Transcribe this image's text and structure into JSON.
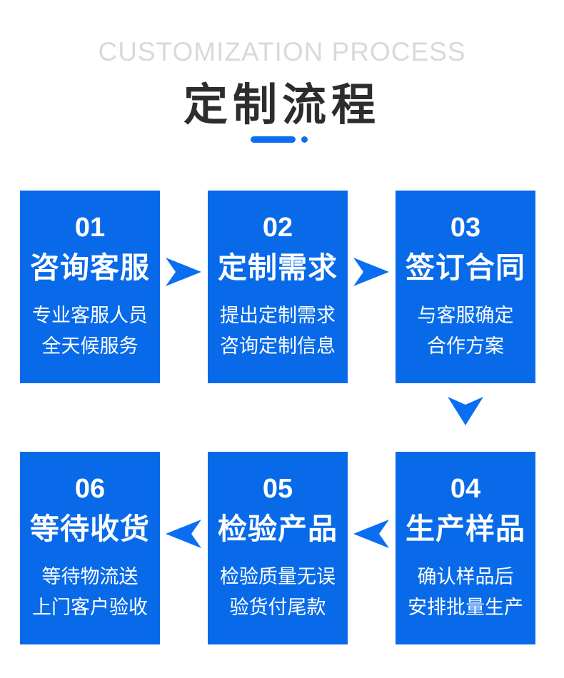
{
  "header": {
    "subtitle_en": "CUSTOMIZATION PROCESS",
    "title_cn": "定制流程"
  },
  "colors": {
    "background": "#ffffff",
    "step_box_blue": "#086ae9",
    "arrow_blue": "#0b6ef2",
    "accent_underline_blue": "#0b6ef2",
    "title_dark": "#2d2d2d",
    "subtitle_gray": "#d9d9d9",
    "step_text_white": "#ffffff"
  },
  "icons": {
    "accent_bar": "accent-bar",
    "accent_dot": "accent-dot",
    "forward": "arrow-right-icon",
    "backward": "arrow-left-icon",
    "downward": "arrow-down-icon"
  },
  "steps": [
    {
      "number": "01",
      "title": "咨询客服",
      "lines": [
        "专业客服人员",
        "全天候服务"
      ]
    },
    {
      "number": "02",
      "title": "定制需求",
      "lines": [
        "提出定制需求",
        "咨询定制信息"
      ]
    },
    {
      "number": "03",
      "title": "签订合同",
      "lines": [
        "与客服确定",
        "合作方案"
      ]
    },
    {
      "number": "04",
      "title": "生产样品",
      "lines": [
        "确认样品后",
        "安排批量生产"
      ]
    },
    {
      "number": "05",
      "title": "检验产品",
      "lines": [
        "检验质量无误",
        "验货付尾款"
      ]
    },
    {
      "number": "06",
      "title": "等待收货",
      "lines": [
        "等待物流送",
        "上门客户验收"
      ]
    }
  ],
  "flow": {
    "row1_display_order": [
      "01",
      "02",
      "03"
    ],
    "row2_display_order": [
      "06",
      "05",
      "04"
    ]
  }
}
